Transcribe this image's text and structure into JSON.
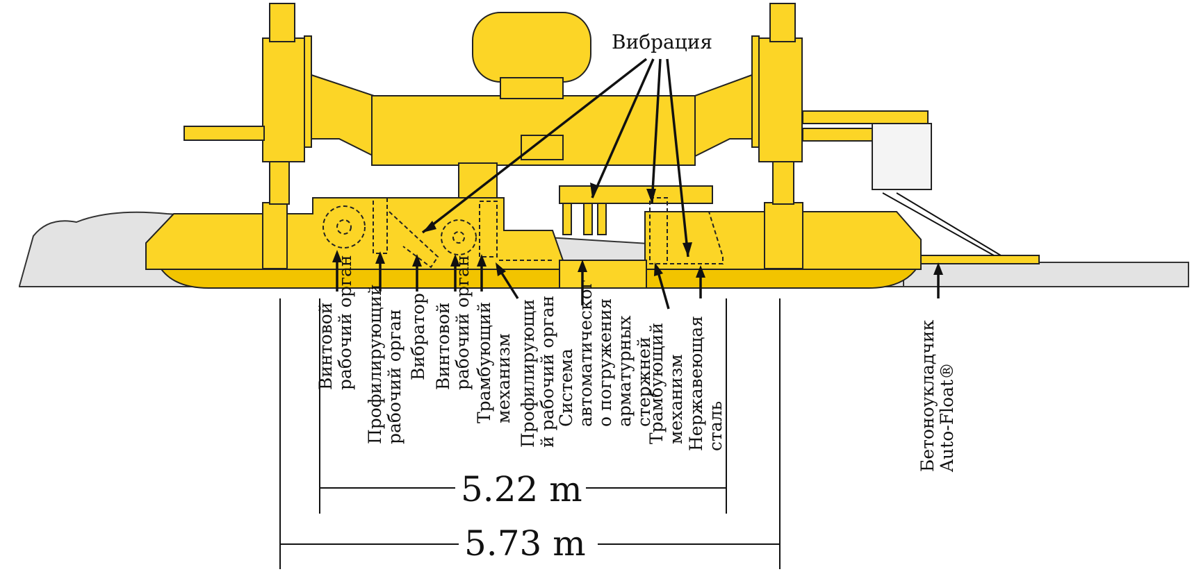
{
  "title": "Вибрация",
  "labels": [
    {
      "id": "auger-1",
      "lines": [
        "Винтовой",
        "рабочий орган"
      ]
    },
    {
      "id": "profiling-1",
      "lines": [
        "Профилирующий",
        "рабочий орган"
      ]
    },
    {
      "id": "vibrator",
      "lines": [
        "Вибратор"
      ]
    },
    {
      "id": "auger-2",
      "lines": [
        "Винтовой",
        "рабочий орган"
      ]
    },
    {
      "id": "tamper-1",
      "lines": [
        "Трамбующий",
        "механизм"
      ]
    },
    {
      "id": "profiling-2",
      "lines": [
        "Профилирующи",
        "й рабочий орган"
      ]
    },
    {
      "id": "dbi",
      "lines": [
        "Система",
        "автоматическог",
        "о погружения",
        "арматурных",
        "стержней"
      ]
    },
    {
      "id": "tamper-2",
      "lines": [
        "Трамбующий",
        "механизм"
      ]
    },
    {
      "id": "stainless",
      "lines": [
        "Нержавеющая",
        "сталь"
      ]
    },
    {
      "id": "autofloat",
      "lines": [
        "Бетоноукладчик",
        "Auto-Float®"
      ]
    }
  ],
  "dimensions": {
    "inner": "5.22 m",
    "outer": "5.73 m"
  },
  "colors": {
    "machine": "#fcd526",
    "concrete": "#e3e3e3",
    "outline": "#222222"
  }
}
